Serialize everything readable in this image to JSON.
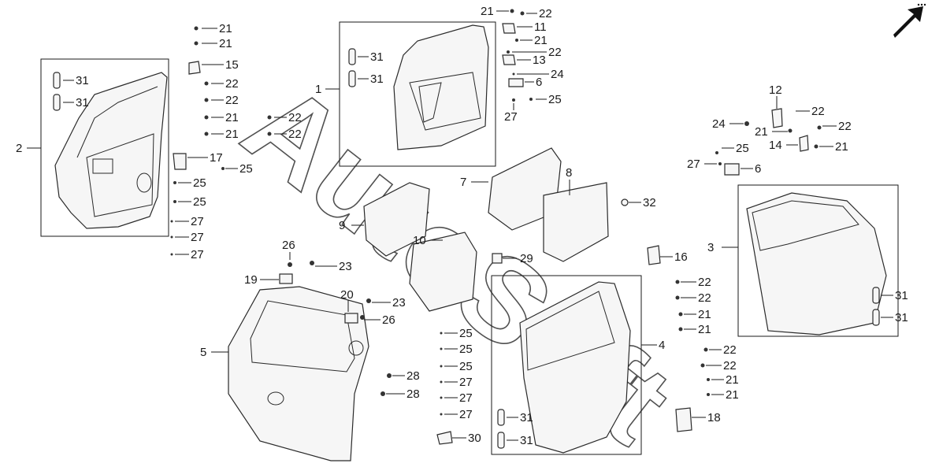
{
  "watermark": "AutoSoft",
  "direction_arrow": "front-arrow-icon",
  "colors": {
    "line": "#1a1a1a",
    "fill": "#f6f6f6"
  },
  "callouts": {
    "c21_a": "21",
    "c21_b": "21",
    "c15": "15",
    "c22_a": "22",
    "c22_b": "22",
    "c21_c": "21",
    "c21_d": "21",
    "c22_c": "22",
    "c22_d": "22",
    "c17": "17",
    "c25_a": "25",
    "c25_b": "25",
    "c25_c": "25",
    "c27_a": "27",
    "c27_b": "27",
    "c27_c": "27",
    "c31_a": "31",
    "c31_b": "31",
    "c2": "2",
    "c1": "1",
    "c31_c": "31",
    "c31_d": "31",
    "c21_e": "21",
    "c22_e": "22",
    "c11": "11",
    "c21_f": "21",
    "c22_f": "22",
    "c13": "13",
    "c24_a": "24",
    "c6_a": "6",
    "c25_d": "25",
    "c27_d": "27",
    "c7": "7",
    "c8": "8",
    "c9": "9",
    "c10": "10",
    "c32": "32",
    "c29": "29",
    "c26_a": "26",
    "c19": "19",
    "c23_a": "23",
    "c20": "20",
    "c23_b": "23",
    "c26_b": "26",
    "c5": "5",
    "c28_a": "28",
    "c28_b": "28",
    "c25_e": "25",
    "c25_f": "25",
    "c25_g": "25",
    "c27_e": "27",
    "c27_f": "27",
    "c27_g": "27",
    "c30": "30",
    "c4": "4",
    "c31_e": "31",
    "c31_f": "31",
    "c22_g": "22",
    "c22_h": "22",
    "c21_g": "21",
    "c21_h": "21",
    "c22_i": "22",
    "c22_j": "22",
    "c21_i": "21",
    "c21_j": "21",
    "c18": "18",
    "c16": "16",
    "c12": "12",
    "c22_k": "22",
    "c24_b": "24",
    "c21_k": "21",
    "c22_l": "22",
    "c14": "14",
    "c21_l": "21",
    "c25_h": "25",
    "c27_h": "27",
    "c6_b": "6",
    "c3": "3",
    "c31_g": "31",
    "c31_h": "31"
  }
}
